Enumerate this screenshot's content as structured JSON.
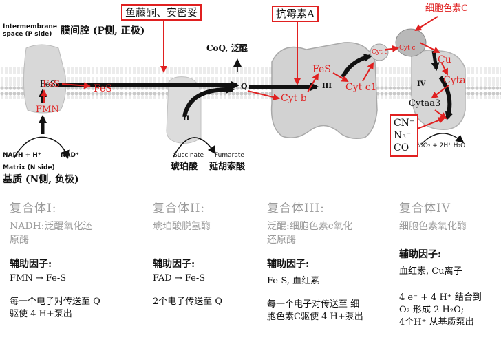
{
  "labels": {
    "intermembrane": "Intermembrane space (P side)",
    "intermembrane_cn": "膜间腔 (P侧, 正极)",
    "matrix": "Matrix (N side)",
    "matrix_cn": "基质 (N侧, 负极)",
    "nadh": "NADH + H⁺",
    "nad": "NAD⁺",
    "fes_c1_black": "FeS",
    "fmn_black": "FMN",
    "fes_red_1": "FeS",
    "fmn_red": "FMN",
    "fes_red_2": "FeS",
    "coq": "CoQ, 泛醌",
    "q": "Q",
    "cytb": "Cyt b",
    "fes_c3": "FeS",
    "cytc1": "Cyt c1",
    "c3_roman": "III",
    "cytc_small": "Cyt c",
    "cytc_top": "Cyt c",
    "cu": "Cu",
    "cyta": "Cyta",
    "c4_roman": "IV",
    "cytaa3": "Cytaa3",
    "o2_water": "½O₂ + 2H⁺   H₂O",
    "c2_roman": "II",
    "succinate": "Succinate",
    "fumarate": "Fumarate",
    "succinate_cn": "琥珀酸",
    "fumarate_cn": "延胡索酸",
    "cytc_annotation": "细胞色素C"
  },
  "inhibitors": {
    "rotenone": "鱼藤酮、安密妥",
    "antimycin": "抗霉素A",
    "cyanide": [
      "CN⁻",
      "N₃⁻",
      "CO"
    ]
  },
  "complexes": [
    {
      "title": "复合体I:",
      "desc": "NADH:泛醌氧化还\n原酶",
      "cofactor_header": "辅助因子:",
      "cofactor": "FMN → Fe-S",
      "function": "每一个电子对传送至 Q\n驱使 4 H+泵出"
    },
    {
      "title": "复合体II:",
      "desc": "琥珀酸脱氢酶",
      "cofactor_header": "辅助因子:",
      "cofactor": "FAD → Fe-S",
      "function": "2个电子传送至 Q"
    },
    {
      "title": "复合体III:",
      "desc": "泛醌:细胞色素c氧化\n还原酶",
      "cofactor_header": "辅助因子:",
      "cofactor": "Fe-S, 血红素",
      "function": "每一个电子对传送至 细\n胞色素C驱使 4 H+泵出"
    },
    {
      "title": "复合体IV",
      "desc": "细胞色素氧化酶",
      "cofactor_header": "辅助因子:",
      "cofactor": "血红素, Cu离子",
      "function": "4 e⁻ + 4 H⁺ 结合到\nO₂ 形成 2 H₂O;\n4个H⁺ 从基质泵出"
    }
  ],
  "colors": {
    "annotation": "#e02020",
    "membrane": "#cfcfcf",
    "protein": "#d4d4d4",
    "faded_text": "#9b9b9b"
  }
}
